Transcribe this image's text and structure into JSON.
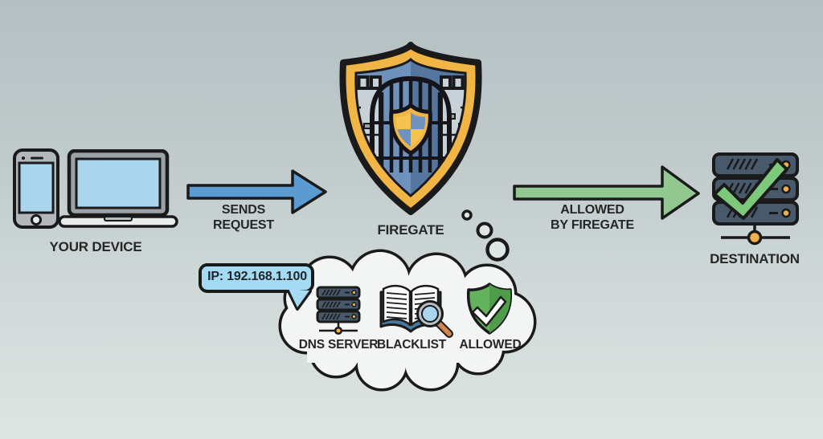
{
  "page": {
    "bg_top": "#b3bfc2",
    "bg_bottom": "#dde4e2",
    "outline_color": "#1a1a1a"
  },
  "device": {
    "label": "YOUR DEVICE",
    "screen_color": "#a9d6ee"
  },
  "request_arrow": {
    "lines": [
      "SENDS",
      "REQUEST"
    ],
    "color": "#5b9bd1"
  },
  "firegate": {
    "label": "FIREGATE",
    "gold": "#f0b545",
    "field_light": "#6e92bb",
    "field_dark": "#54769f",
    "tower_color": "#c9d1d8"
  },
  "allowed_arrow": {
    "lines": [
      "ALLOWED",
      "BY FIREGATE"
    ],
    "color": "#92c88f"
  },
  "destination": {
    "label": "DESTINATION",
    "server_color": "#47596a",
    "check_color": "#7dc87a",
    "node_color": "#f1b24a"
  },
  "cloud": {
    "fill": "#f2f5f3",
    "ip_tooltip": {
      "text": "IP: 192.168.1.100",
      "bubble_color": "#a5dbf2"
    },
    "dns_server": {
      "label": "DNS SERVER"
    },
    "blacklist": {
      "label": "BLACKLIST"
    },
    "allowed": {
      "label": "ALLOWED",
      "shield_color": "#63b25c"
    }
  }
}
